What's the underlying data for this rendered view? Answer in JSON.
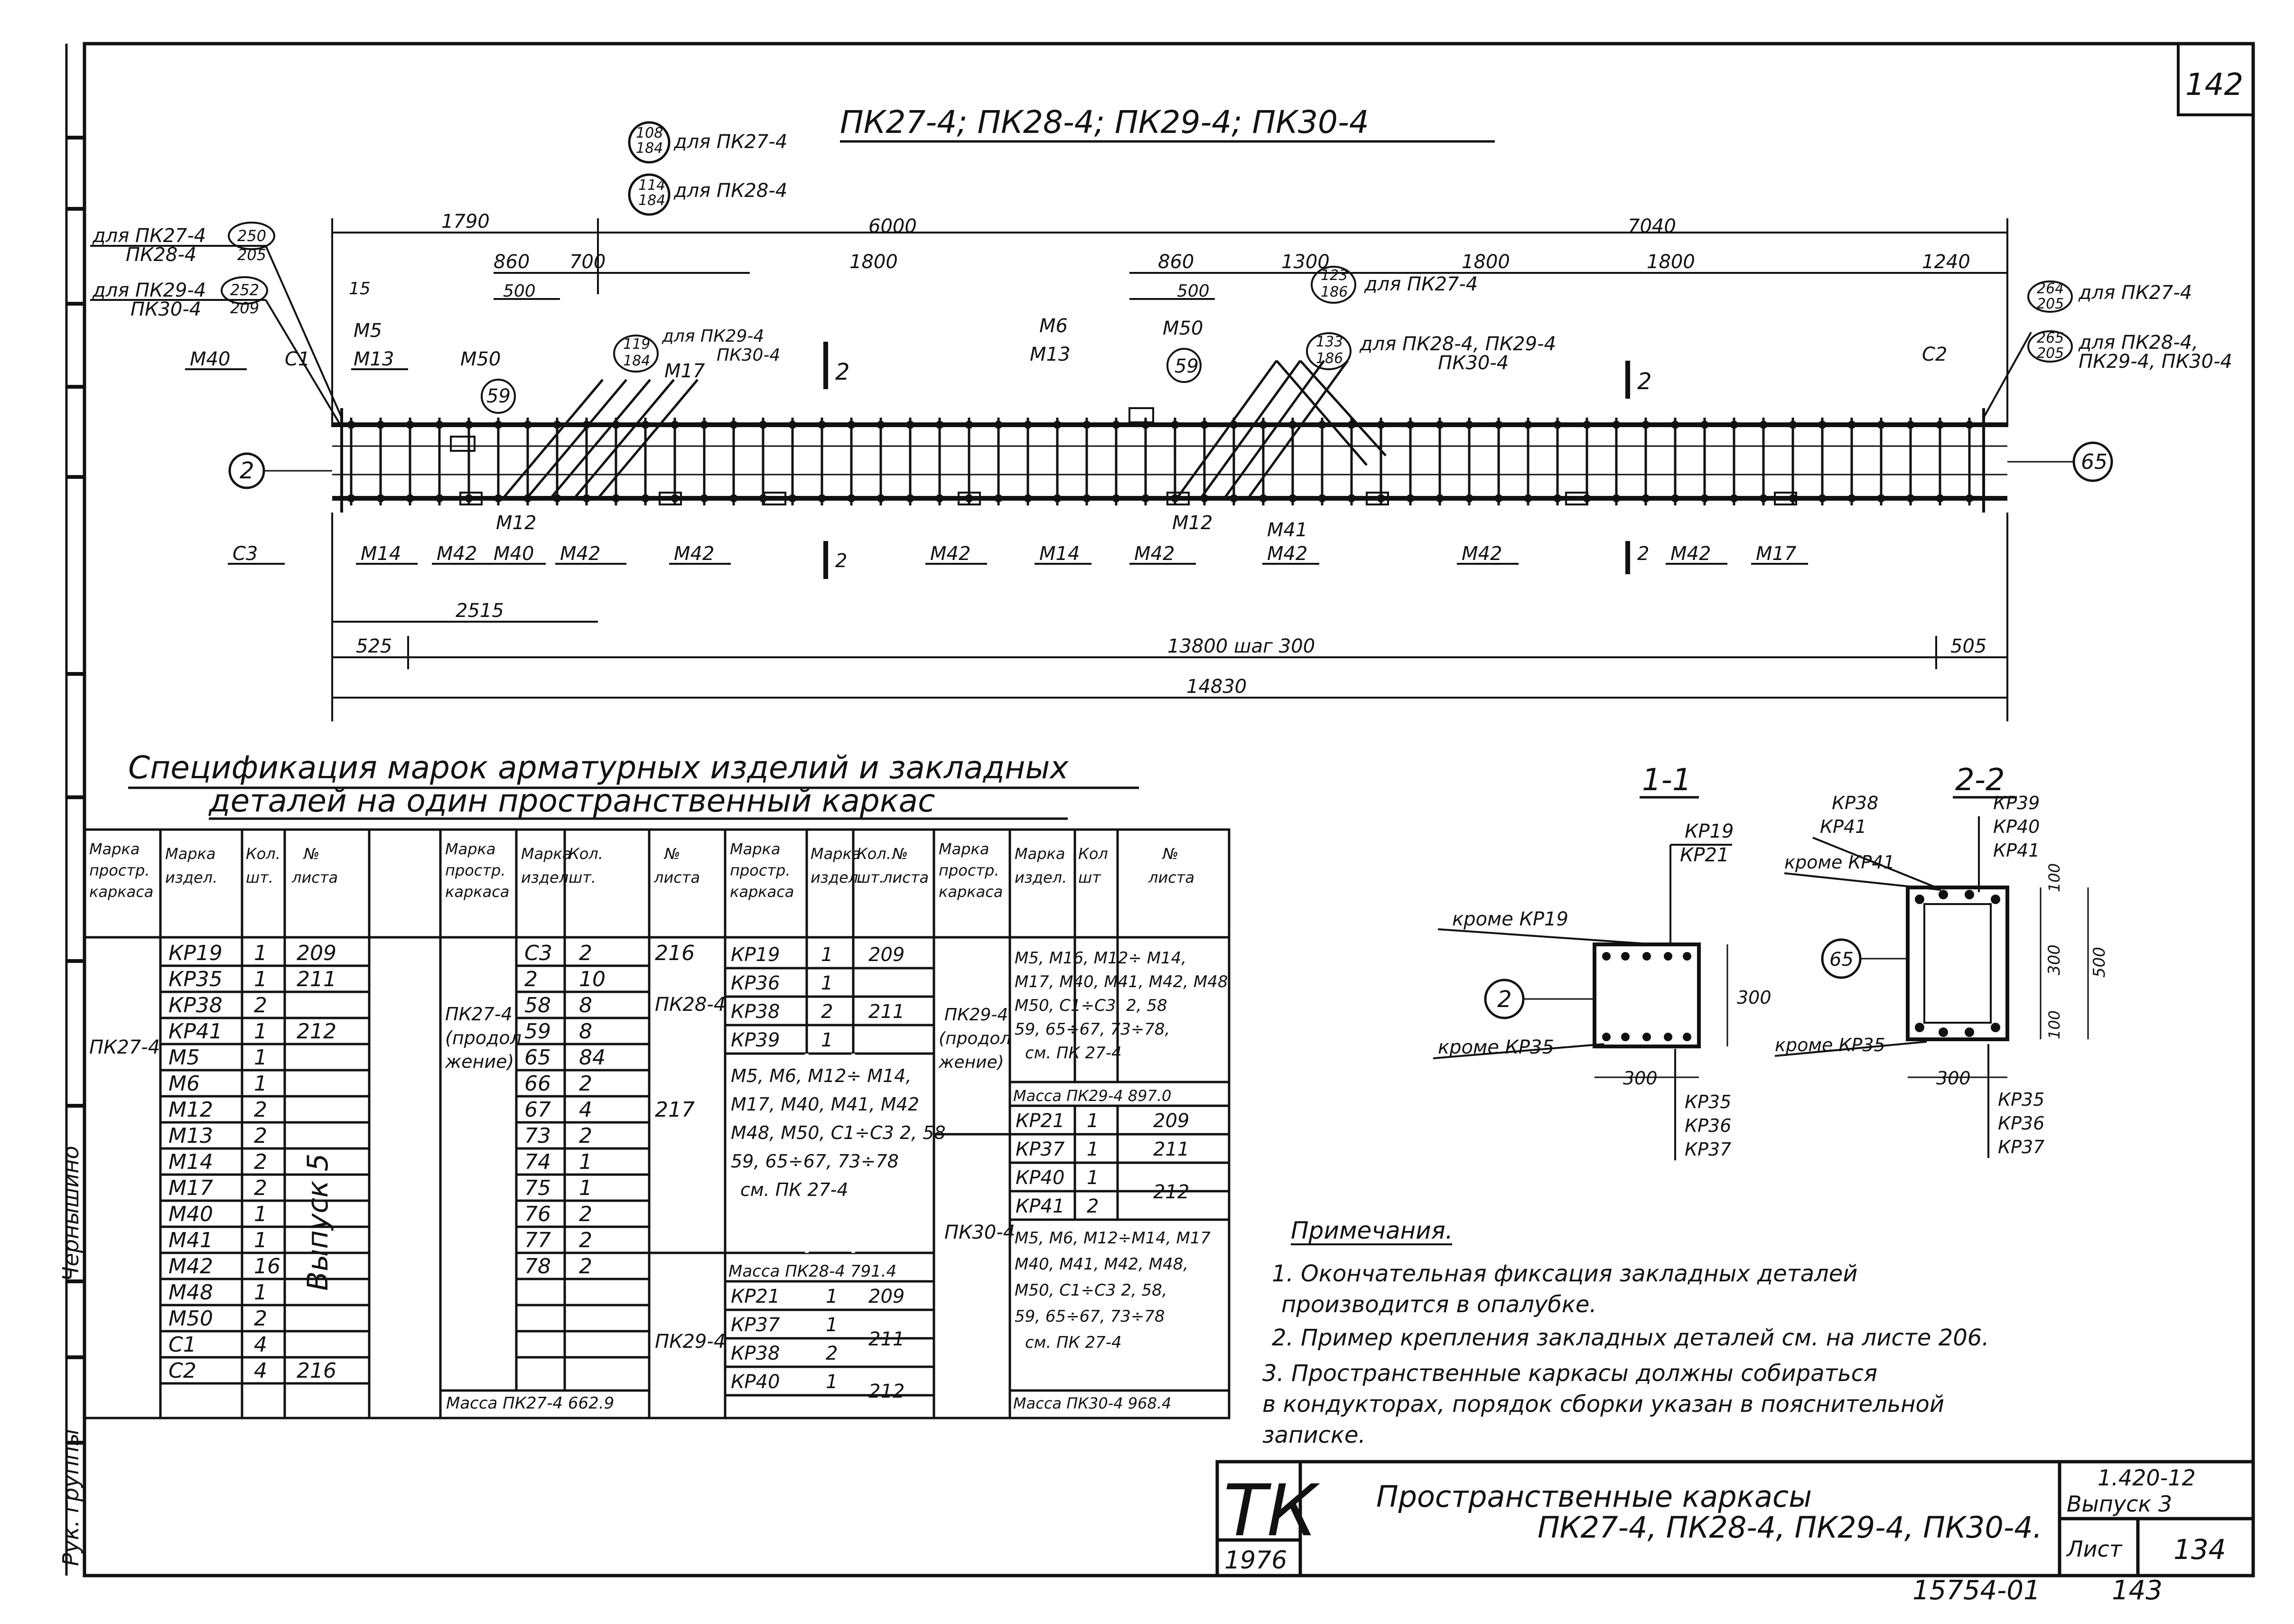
{
  "sheet": {
    "sheet_corner_number": "142",
    "bottom_number": "15754-01",
    "bottom_sheet": "143",
    "side_labels": [
      "Чернышино",
      "Рук. группы"
    ]
  },
  "main_view": {
    "title": "ПК27-4; ПК28-4; ПК29-4; ПК30-4",
    "ref_notes": [
      {
        "circle": "108/184",
        "text": "для ПК27-4"
      },
      {
        "circle": "114/184",
        "text": "для ПК28-4"
      },
      {
        "circle": "123/186",
        "text": "для ПК27-4"
      },
      {
        "circle": "133/186",
        "text": "для ПК28-4, ПК29-4 ПК30-4"
      },
      {
        "circle": "119/184",
        "text": "для ПК29-4 ПК30-4"
      }
    ],
    "left_notes": [
      {
        "label": "для ПК27-4",
        "circle": "250"
      },
      {
        "label": "ПК28-4",
        "circle": "205"
      },
      {
        "label": "для ПК29-4",
        "circle": "252"
      },
      {
        "label": "ПК30-4",
        "circle": "209"
      }
    ],
    "right_notes": [
      {
        "circle": "264/205",
        "text": "для ПК27-4"
      },
      {
        "circle": "265/205",
        "text": "для ПК28-4, ПК29-4, ПК30-4"
      }
    ],
    "axis_left": "2",
    "axis_right": "65",
    "section_marks": [
      "2",
      "2"
    ],
    "dims_top": [
      "1790",
      "6000",
      "7040",
      "860",
      "700",
      "1800",
      "860",
      "1300",
      "1800",
      "1800",
      "1240",
      "500",
      "500",
      "15"
    ],
    "dims_bottom": [
      "2515",
      "525",
      "13800 шаг 300",
      "505",
      "14830"
    ],
    "parts_top": [
      "М40",
      "С1",
      "М5",
      "М13",
      "М50",
      "59",
      "М17",
      "М6",
      "М13",
      "М50",
      "59",
      "С2"
    ],
    "parts_bottom": [
      "С3",
      "М14",
      "М42",
      "М40",
      "М42",
      "М42",
      "М12",
      "М42",
      "М14",
      "М42",
      "М12",
      "М41",
      "М42",
      "М42",
      "М42",
      "М17"
    ]
  },
  "spec": {
    "title_line1": "Спецификация марок арматурных изделий и закладных",
    "title_line2": "деталей на один пространственный каркас",
    "headers": [
      "Марка простр. каркаса",
      "Марка издел.",
      "Кол. шт.",
      "№ листа"
    ],
    "block1": {
      "frame": "ПК27-4",
      "rows": [
        [
          "КР19",
          "1",
          "209"
        ],
        [
          "КР35",
          "1",
          "211"
        ],
        [
          "КР38",
          "2",
          ""
        ],
        [
          "КР41",
          "1",
          "212"
        ],
        [
          "М5",
          "1",
          ""
        ],
        [
          "М6",
          "1",
          ""
        ],
        [
          "М12",
          "2",
          ""
        ],
        [
          "М13",
          "2",
          ""
        ],
        [
          "М14",
          "2",
          ""
        ],
        [
          "М17",
          "2",
          ""
        ],
        [
          "М40",
          "1",
          ""
        ],
        [
          "М41",
          "1",
          ""
        ],
        [
          "М42",
          "16",
          ""
        ],
        [
          "М48",
          "1",
          ""
        ],
        [
          "М50",
          "2",
          ""
        ],
        [
          "С1",
          "4",
          ""
        ],
        [
          "С2",
          "4",
          "216"
        ]
      ],
      "vertical_note": "Выпуск 5"
    },
    "block2": {
      "frame": "ПК27-4 (продолжение)",
      "rows": [
        [
          "С3",
          "2",
          "216"
        ],
        [
          "2",
          "10",
          ""
        ],
        [
          "58",
          "8",
          ""
        ],
        [
          "59",
          "8",
          ""
        ],
        [
          "65",
          "84",
          ""
        ],
        [
          "66",
          "2",
          ""
        ],
        [
          "67",
          "4",
          "217"
        ],
        [
          "73",
          "2",
          ""
        ],
        [
          "74",
          "1",
          ""
        ],
        [
          "75",
          "1",
          ""
        ],
        [
          "76",
          "2",
          ""
        ],
        [
          "77",
          "2",
          ""
        ],
        [
          "78",
          "2",
          ""
        ],
        [
          "",
          "",
          ""
        ],
        [
          "",
          "",
          ""
        ],
        [
          "",
          "",
          ""
        ]
      ],
      "mass": "Масса ПК27-4 662.9"
    },
    "block3": {
      "frame_a": "ПК28-4",
      "rows_a": [
        [
          "КР19",
          "1",
          "209"
        ],
        [
          "КР36",
          "1",
          ""
        ],
        [
          "КР38",
          "2",
          "211"
        ],
        [
          "КР39",
          "1",
          ""
        ]
      ],
      "text_a": "М5, М6, М12÷М14, М17, М40, М41, М42 М48, М50, С1÷С3, 2, 58 59, 65÷67, 73÷78 см. ПК27-4",
      "mass_a": "Масса ПК28-4 791.4",
      "frame_b": "ПК29-4",
      "rows_b": [
        [
          "КР21",
          "1",
          "209"
        ],
        [
          "КР37",
          "1",
          "211"
        ],
        [
          "КР38",
          "2",
          ""
        ],
        [
          "КР40",
          "1",
          "212"
        ]
      ]
    },
    "block4": {
      "frame_a": "ПК29-4 (продолжение)",
      "text_a": "М5, М16, М12÷М14, М17, М40, М41, М42, М48 М50, С1÷С3, 2, 58 59, 65÷67, 73÷78, см. ПК27-4",
      "mass_a": "Масса ПК29-4 897.0",
      "frame_b": "ПК30-4",
      "rows_b": [
        [
          "КР21",
          "1",
          "209"
        ],
        [
          "КР37",
          "1",
          "211"
        ],
        [
          "КР40",
          "1",
          "212"
        ],
        [
          "КР41",
          "2",
          ""
        ]
      ],
      "text_b": "М5, М6, М12÷М14, М17 М40, М41, М42, М48, М50, С1÷С3 2, 58, 59, 65÷67, 73÷78 см. ПК27-4",
      "mass_b": "Масса ПК30-4 968.4"
    }
  },
  "sections": {
    "s1": {
      "title": "1-1",
      "axis": "2",
      "labels": [
        "КР19",
        "КР21",
        "кроме КР19",
        "кроме КР35",
        "КР35",
        "КР36",
        "КР37"
      ],
      "dims": [
        "300",
        "300"
      ]
    },
    "s2": {
      "title": "2-2",
      "axis": "65",
      "labels": [
        "КР38",
        "КР41",
        "кроме КР41",
        "КР39",
        "КР40",
        "КР41",
        "кроме КР35",
        "КР35",
        "КР36",
        "КР37"
      ],
      "dims": [
        "100",
        "300",
        "100",
        "500",
        "300"
      ]
    }
  },
  "notes": {
    "title": "Примечания.",
    "lines": [
      "1. Окончательная фиксация закладных деталей",
      "производится в опалубке.",
      "2. Пример крепления закладных деталей см. на листе 206.",
      "3. Пространственные каркасы должны собираться",
      "в кондукторах, порядок сборки указан в пояснительной",
      "записке."
    ]
  },
  "title_block": {
    "org": "ТК",
    "year": "1976",
    "title_line1": "Пространственные каркасы",
    "title_line2": "ПК27-4, ПК28-4, ПК29-4, ПК30-4.",
    "series": "1.420-12",
    "issue": "Выпуск 3",
    "sheet_label": "Лист",
    "sheet_no": "134"
  }
}
